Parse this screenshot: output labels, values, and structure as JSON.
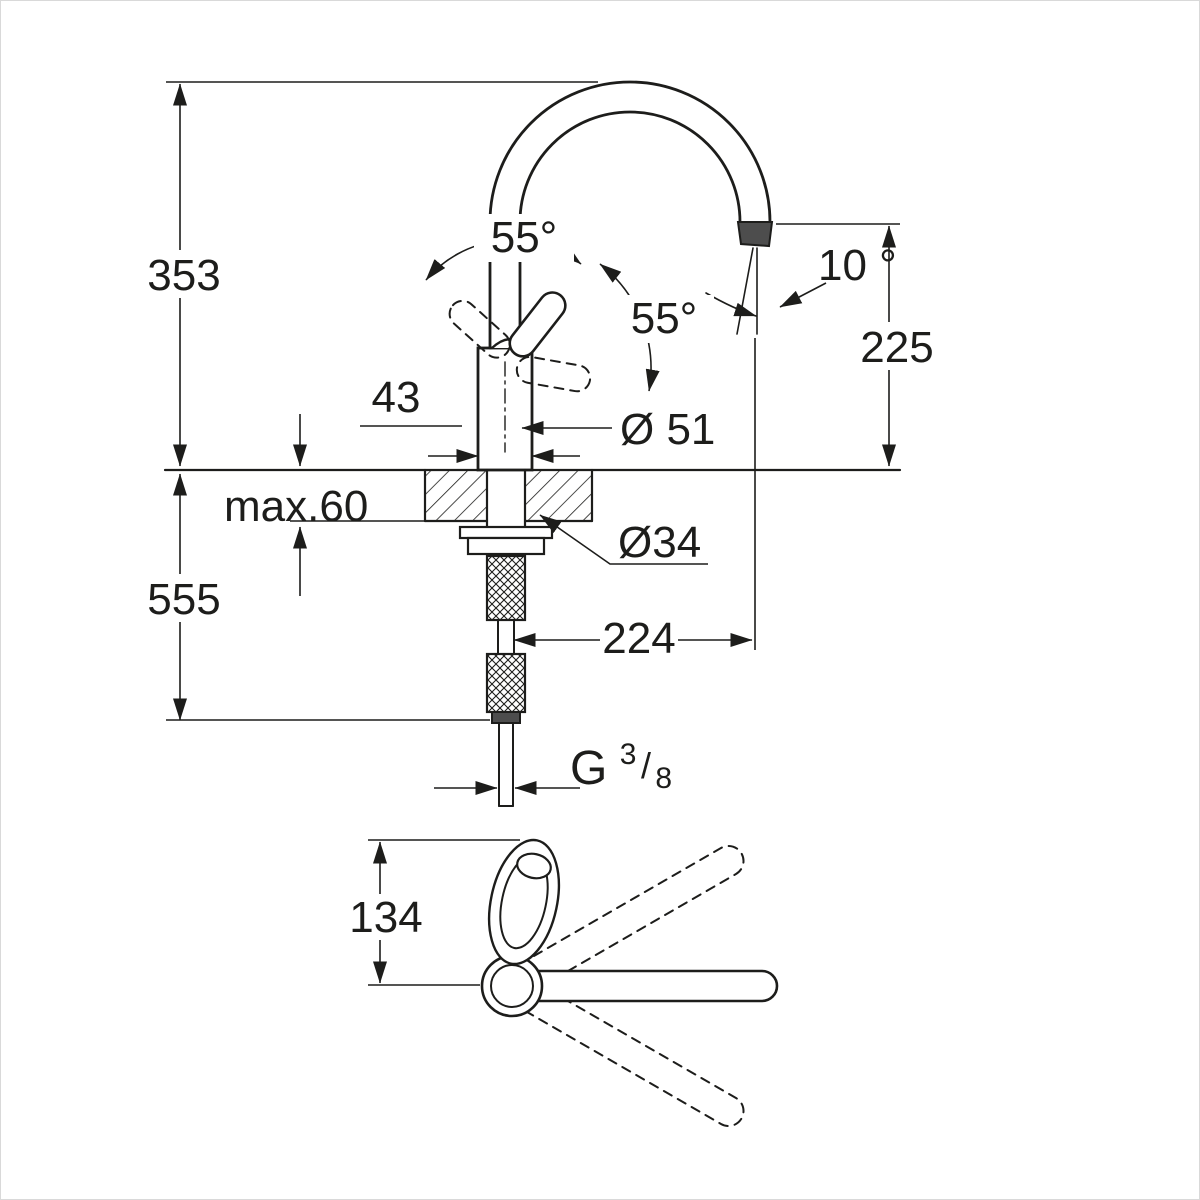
{
  "meta": {
    "drawing_type": "technical dimension drawing",
    "subject": "single-lever kitchen sink mixer tap, side elevation with below-deck supply and plan view",
    "background_color": "#ffffff",
    "ink_color": "#1d1d1b",
    "spout_tip_fill": "#4d4d4d"
  },
  "labels": {
    "height_above_deck": "353",
    "swivel_front": "55°",
    "swivel_side": "55°",
    "tip_angle": "10 °",
    "outlet_height": "225",
    "base_width": "43",
    "body_diameter": "Ø 51",
    "deck_max": "max.60",
    "hole_diameter": "Ø34",
    "overall_height": "555",
    "reach": "224",
    "thread_g": "G",
    "thread_num": "3",
    "thread_slash": "/",
    "thread_den": "8",
    "handle_plan_height": "134"
  }
}
